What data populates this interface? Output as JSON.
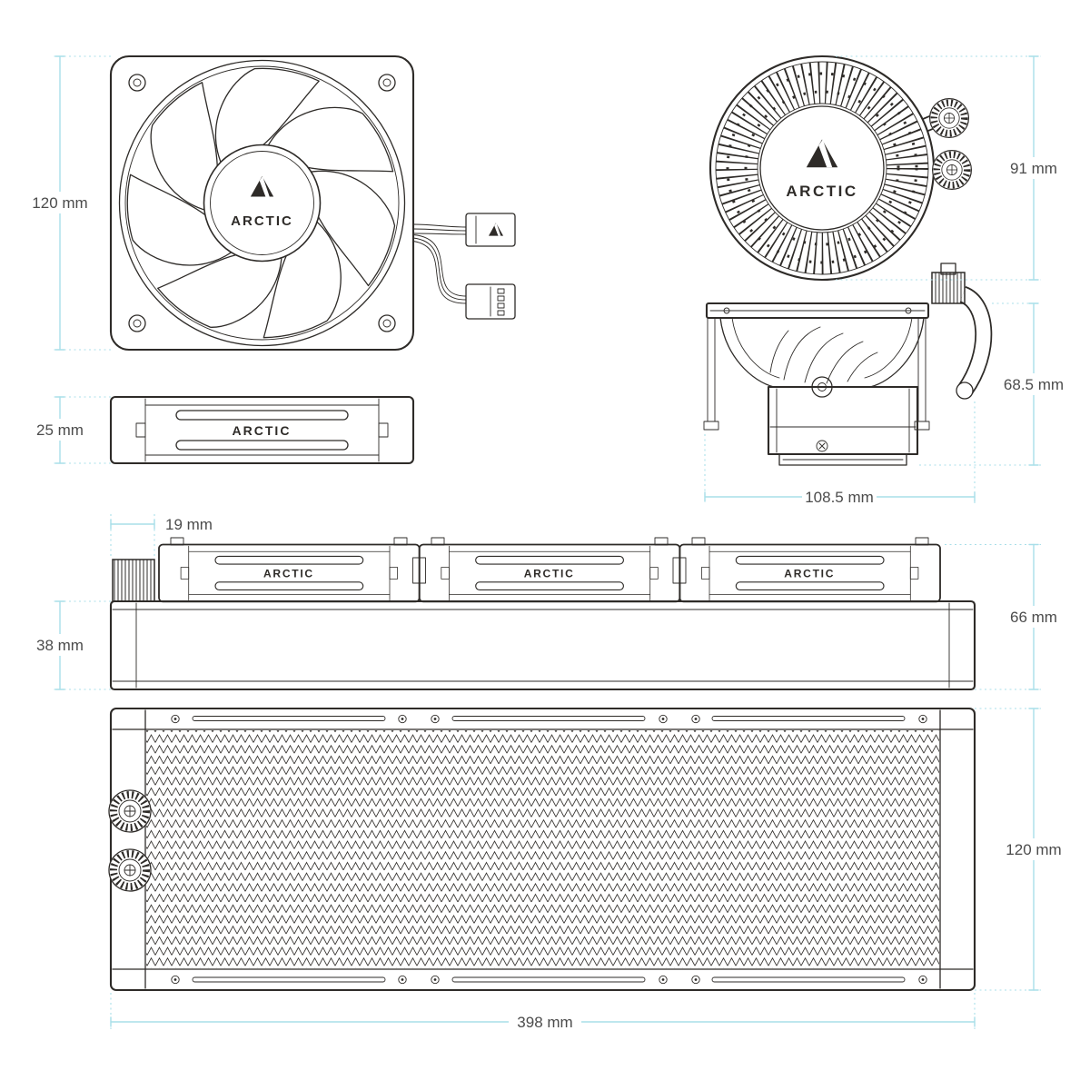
{
  "brand": {
    "name": "ARCTIC"
  },
  "colors": {
    "line": "#2e2b28",
    "dimension_line": "#a9dfe9",
    "label_text": "#4c4c4c",
    "background": "#ffffff"
  },
  "dimensions": {
    "fan_size": "120 mm",
    "pump_width": "91 mm",
    "fan_thickness": "25 mm",
    "pump_height": "68.5 mm",
    "pump_length": "108.5 mm",
    "fitting_offset": "19 mm",
    "radiator_thickness": "38 mm",
    "total_side_height": "66 mm",
    "radiator_height": "120 mm",
    "radiator_length": "398 mm"
  }
}
